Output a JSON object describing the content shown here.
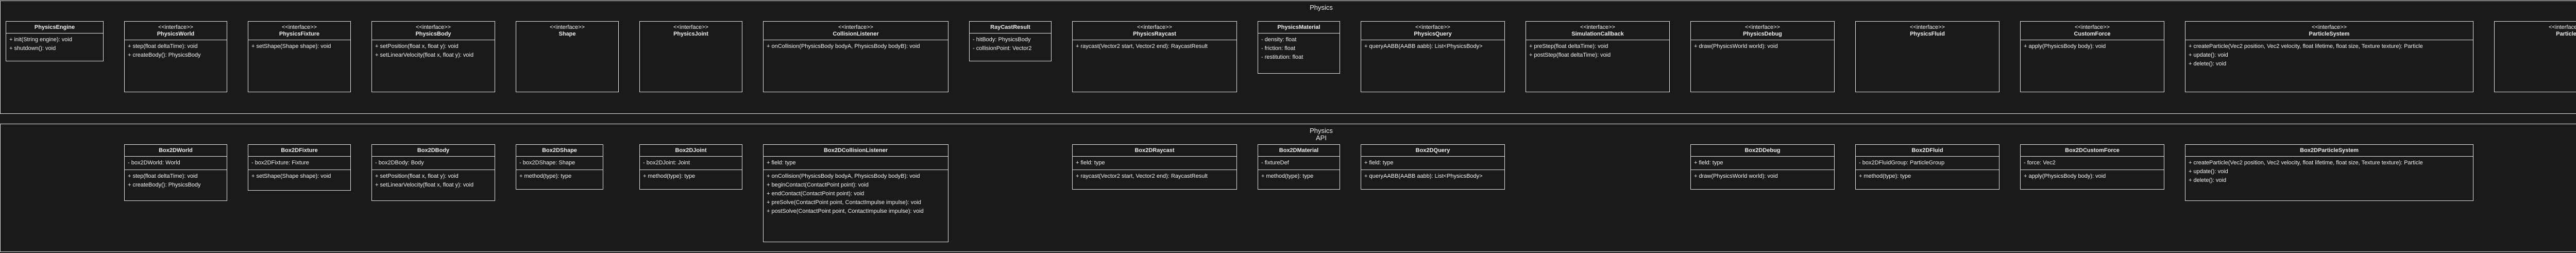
{
  "physics_package": {
    "title": "Physics",
    "classes": [
      {
        "stereotype": "",
        "name": "PhysicsEngine",
        "attributes": [],
        "methods": [
          "+ init(String engine): void",
          "+ shutdown(): void"
        ]
      },
      {
        "stereotype": "<<interface>>",
        "name": "PhysicsWorld",
        "attributes": [],
        "methods": [
          "+ step(float deltaTime): void",
          "+ createBody(): PhysicsBody"
        ]
      },
      {
        "stereotype": "<<interface>>",
        "name": "PhysicsFixture",
        "attributes": [],
        "methods": [
          "+ setShape(Shape shape): void"
        ]
      },
      {
        "stereotype": "<<interface>>",
        "name": "PhysicsBody",
        "attributes": [],
        "methods": [
          "+ setPosition(float x, float y): void",
          "+ setLinearVelocity(float x, float y): void"
        ]
      },
      {
        "stereotype": "<<interface>>",
        "name": "Shape",
        "attributes": [],
        "methods": []
      },
      {
        "stereotype": "<<interface>>",
        "name": "PhysicsJoint",
        "attributes": [],
        "methods": []
      },
      {
        "stereotype": "<<interface>>",
        "name": "CollisionListener",
        "attributes": [],
        "methods": [
          "+ onCollision(PhysicsBody bodyA, PhysicsBody bodyB): void"
        ]
      },
      {
        "stereotype": "",
        "name": "RayCastResult",
        "attributes": [
          "- hitBody: PhysicsBody",
          "- collisionPoint: Vector2"
        ],
        "methods": []
      },
      {
        "stereotype": "<<interface>>",
        "name": "PhysicsRaycast",
        "attributes": [],
        "methods": [
          "+ raycast(Vector2 start, Vector2 end): RaycastResult"
        ]
      },
      {
        "stereotype": "",
        "name": "PhysicsMaterial",
        "attributes": [
          "- density: float",
          "- friction: float",
          "- restitution: float"
        ],
        "methods": []
      },
      {
        "stereotype": "<<interface>>",
        "name": "PhysicsQuery",
        "attributes": [],
        "methods": [
          "+ queryAABB(AABB aabb): List<PhysicsBody>"
        ]
      },
      {
        "stereotype": "<<interface>>",
        "name": "SimulationCallback",
        "attributes": [],
        "methods": [
          "+ preStep(float deltaTime): void",
          "+ postStep(float deltaTime): void"
        ]
      },
      {
        "stereotype": "<<interface>>",
        "name": "PhysicsDebug",
        "attributes": [],
        "methods": [
          "+ draw(PhysicsWorld world): void"
        ]
      },
      {
        "stereotype": "<<interface>>",
        "name": "PhysicsFluid",
        "attributes": [],
        "methods": []
      },
      {
        "stereotype": "<<interface>>",
        "name": "CustomForce",
        "attributes": [],
        "methods": [
          "+ apply(PhysicsBody body): void"
        ]
      },
      {
        "stereotype": "<<interface>>",
        "name": "ParticleSystem",
        "attributes": [],
        "methods": [
          "+ createParticle(Vec2 position, Vec2 velocity, float lifetime, float size, Texture texture): Particle",
          "+ update(): void",
          "+ delete(): void"
        ]
      },
      {
        "stereotype": "<<interface>>",
        "name": "Particle",
        "attributes": [],
        "methods": []
      }
    ]
  },
  "api_package": {
    "title": "Physics",
    "subtitle": "API",
    "classes": [
      {
        "stereotype": "",
        "name": "Box2DWorld",
        "attributes": [
          "- box2DWorld: World"
        ],
        "methods": [
          "+ step(float deltaTime): void",
          "+ createBody(): PhysicsBody"
        ]
      },
      {
        "stereotype": "",
        "name": "Box2DFixture",
        "attributes": [
          "- box2DFixture: Fixture"
        ],
        "methods": [
          "+ setShape(Shape shape): void"
        ]
      },
      {
        "stereotype": "",
        "name": "Box2DBody",
        "attributes": [
          "- box2DBody: Body"
        ],
        "methods": [
          "+ setPosition(float x, float y): void",
          "+ setLinearVelocity(float x, float y): void"
        ]
      },
      {
        "stereotype": "",
        "name": "Box2DShape",
        "attributes": [
          "- box2DShape: Shape"
        ],
        "methods": [
          "+ method(type): type"
        ]
      },
      {
        "stereotype": "",
        "name": "Box2DJoint",
        "attributes": [
          "- box2DJoint: Joint"
        ],
        "methods": [
          "+ method(type): type"
        ]
      },
      {
        "stereotype": "",
        "name": "Box2DCollisionListener",
        "attributes": [
          "+ field: type"
        ],
        "methods": [
          "+ onCollision(PhysicsBody bodyA, PhysicsBody bodyB): void",
          "+ beginContact(ContactPoint point): void",
          "+ endContact(ContactPoint point): void",
          "+ preSolve(ContactPoint point, ContactImpulse impulse): void",
          "+ postSolve(ContactPoint point, ContactImpulse impulse): void"
        ]
      },
      {
        "stereotype": "",
        "name": "Box2DRaycast",
        "attributes": [
          "+ field: type"
        ],
        "methods": [
          "+ raycast(Vector2 start, Vector2 end): RaycastResult"
        ]
      },
      {
        "stereotype": "",
        "name": "Box2DMaterial",
        "attributes": [
          "- fixtureDef"
        ],
        "methods": [
          "+ method(type): type"
        ]
      },
      {
        "stereotype": "",
        "name": "Box2DQuery",
        "attributes": [
          "+ field: type"
        ],
        "methods": [
          "+ queryAABB(AABB aabb): List<PhysicsBody>"
        ]
      },
      {
        "stereotype": "",
        "name": "Box2DDebug",
        "attributes": [
          "+ field: type"
        ],
        "methods": [
          "+ draw(PhysicsWorld world): void"
        ]
      },
      {
        "stereotype": "",
        "name": "Box2DFluid",
        "attributes": [
          "- box2DFluidGroup: ParticleGroup"
        ],
        "methods": [
          "+ method(type): type"
        ]
      },
      {
        "stereotype": "",
        "name": "Box2DCustomForce",
        "attributes": [
          "- force: Vec2"
        ],
        "methods": [
          "+ apply(PhysicsBody body): void"
        ]
      },
      {
        "stereotype": "",
        "name": "Box2DParticleSystem",
        "attributes": [],
        "methods": [
          "+ createParticle(Vec2 position, Vec2 velocity, float lifetime, float size, Texture texture): Particle",
          "+ update(): void",
          "+ delete(): void"
        ]
      }
    ]
  }
}
